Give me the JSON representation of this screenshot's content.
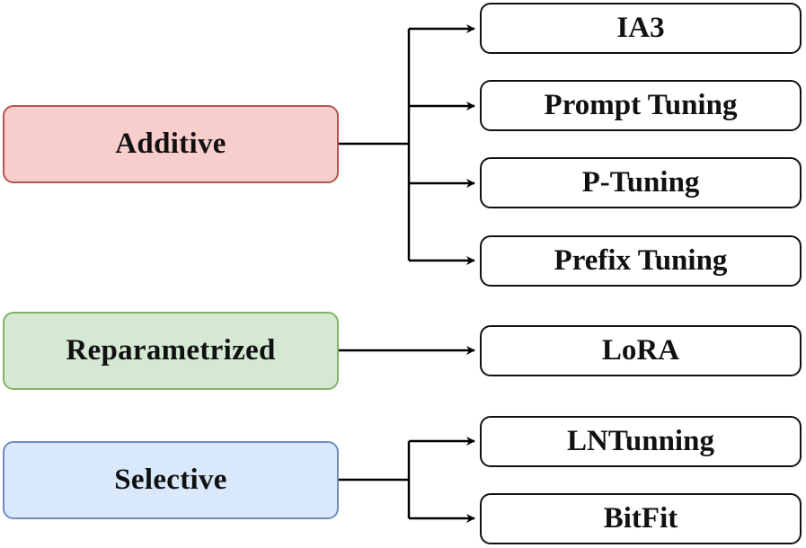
{
  "categories": {
    "additive": "Additive",
    "reparametrized": "Reparametrized",
    "selective": "Selective"
  },
  "methods": {
    "ia3": "IA3",
    "prompt_tuning": "Prompt Tuning",
    "p_tuning": "P-Tuning",
    "prefix_tuning": "Prefix Tuning",
    "lora": "LoRA",
    "ln_tunning": "LNTunning",
    "bitfit": "BitFit"
  },
  "colors": {
    "additive_fill": "#f7cecc",
    "additive_border": "#b85450",
    "reparametrized_fill": "#d5e8d4",
    "reparametrized_border": "#82b366",
    "selective_fill": "#dae8fc",
    "selective_border": "#6c8ebf",
    "connector": "#000000"
  }
}
